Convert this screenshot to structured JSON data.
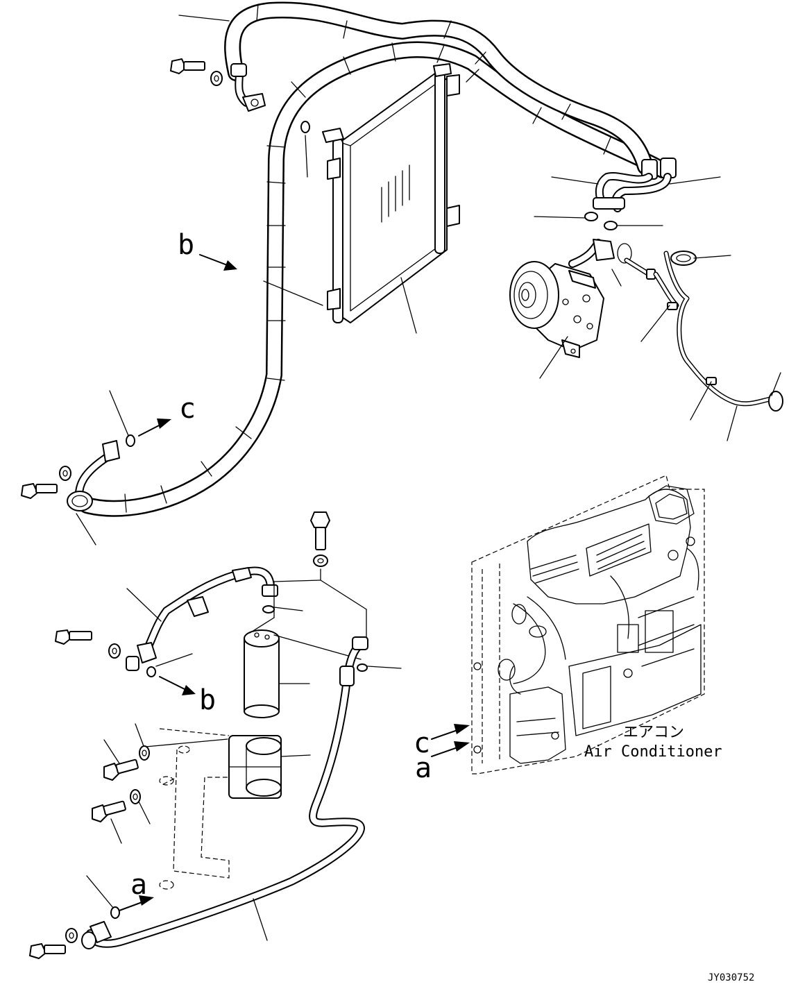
{
  "diagram": {
    "reference_letters": {
      "b_upper": "b",
      "c_upper": "c",
      "b_lower": "b",
      "c_right": "c",
      "a_right": "a",
      "a_lower": "a"
    },
    "view_label": {
      "japanese": "エアコン",
      "english": "Air Conditioner"
    },
    "drawing_code": "JY030752"
  }
}
